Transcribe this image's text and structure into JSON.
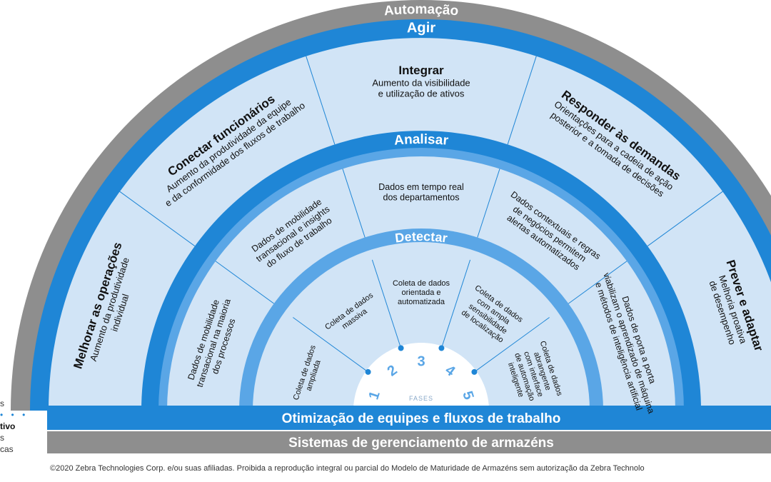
{
  "bands": {
    "automation": "Automação",
    "act": "Agir",
    "analyze": "Analisar",
    "detect": "Detectar",
    "optimization": "Otimização de equipes e fluxos de trabalho",
    "systems": "Sistemas de gerenciamento de armazéns"
  },
  "outer_ring": [
    {
      "title": "Melhorar as operações",
      "lines": [
        "Aumento da produtividade",
        "individual"
      ]
    },
    {
      "title": "Conectar funcionários",
      "lines": [
        "Aumento da produtividade da equipe",
        "e da conformidade dos fluxos de trabalho"
      ]
    },
    {
      "title": "Integrar",
      "lines": [
        "Aumento da visibilidade",
        "e utilização de ativos"
      ]
    },
    {
      "title": "Responder às demandas",
      "lines": [
        "Orientações para a cadeia de ação",
        "posterior e a tomada de decisões"
      ]
    },
    {
      "title": "Prever e adaptar",
      "lines": [
        "Melhoria proativa",
        "de desempenho"
      ]
    }
  ],
  "middle_ring": [
    {
      "lines": [
        "Dados de mobilidade",
        "transacional na maioria",
        "dos processos"
      ]
    },
    {
      "lines": [
        "Dados de mobilidade",
        "transacional e insights",
        "do fluxo de trabalho"
      ]
    },
    {
      "lines": [
        "Dados em tempo real",
        "dos departamentos"
      ]
    },
    {
      "lines": [
        "Dados contextuais e regras",
        "de negócios permitem",
        "alertas automatizados"
      ]
    },
    {
      "lines": [
        "Dados de porta a porta",
        "viabilizam o aprendizado de máquina",
        "e métodos de inteligência artificial"
      ]
    }
  ],
  "inner_ring": [
    {
      "lines": [
        "Coleta de dados",
        "ampliada"
      ]
    },
    {
      "lines": [
        "Coleta de dados",
        "massiva"
      ]
    },
    {
      "lines": [
        "Coleta de dados",
        "orientada e",
        "automatizada"
      ]
    },
    {
      "lines": [
        "Coleta de dados",
        "com ampla",
        "sensibilidade",
        "de localização"
      ]
    },
    {
      "lines": [
        "Coleta de dados",
        "abrangente",
        "com interface",
        "de automação",
        "inteligente"
      ]
    }
  ],
  "phases": {
    "label": "FASES",
    "numbers": [
      "1",
      "2",
      "3",
      "4",
      "5"
    ]
  },
  "side_note": {
    "line1": "s",
    "line2": "tivo",
    "line3": "s",
    "line4": "cas"
  },
  "footer": "©2020 Zebra Technologies Corp. e/ou suas afiliadas. Proibida a reprodução integral ou parcial do Modelo de Maturidade de Armazéns sem autorização da Zebra Technolo",
  "colors": {
    "gray": "#8e8e8e",
    "blue_dark": "#1f86d6",
    "blue_mid": "#5aa6e6",
    "blue_light": "#d1e4f6",
    "blue_pale": "#e8f1fa",
    "text_dark": "#111111"
  }
}
